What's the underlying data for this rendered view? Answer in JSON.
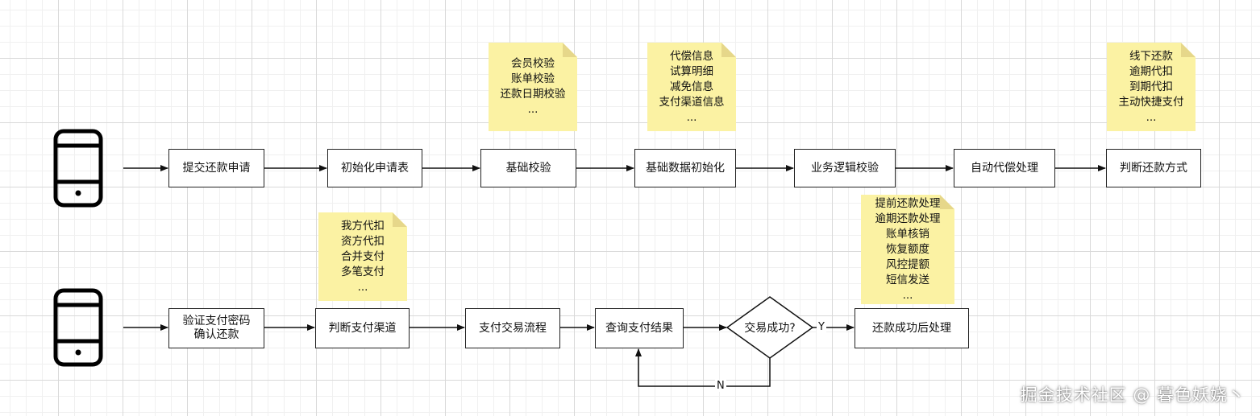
{
  "row1": {
    "steps": [
      {
        "label": "提交还款申请"
      },
      {
        "label": "初始化申请表"
      },
      {
        "label": "基础校验"
      },
      {
        "label": "基础数据初始化"
      },
      {
        "label": "业务逻辑校验"
      },
      {
        "label": "自动代偿处理"
      },
      {
        "label": "判断还款方式"
      }
    ],
    "notes": [
      {
        "lines": [
          "会员校验",
          "账单校验",
          "还款日期校验",
          "..."
        ]
      },
      {
        "lines": [
          "代偿信息",
          "试算明细",
          "减免信息",
          "支付渠道信息",
          "..."
        ]
      },
      {
        "lines": [
          "线下还款",
          "逾期代扣",
          "到期代扣",
          "主动快捷支付",
          "..."
        ]
      }
    ]
  },
  "row2": {
    "steps": [
      {
        "label": [
          "验证支付密码",
          "确认还款"
        ]
      },
      {
        "label": "判断支付渠道"
      },
      {
        "label": "支付交易流程"
      },
      {
        "label": "查询支付结果"
      },
      {
        "label": "交易成功?"
      },
      {
        "label": "还款成功后处理"
      }
    ],
    "edge_labels": {
      "yes": "Y",
      "no": "N"
    },
    "notes": [
      {
        "lines": [
          "我方代扣",
          "资方代扣",
          "合并支付",
          "多笔支付",
          "..."
        ]
      },
      {
        "lines": [
          "提前还款处理",
          "逾期还款处理",
          "账单核销",
          "恢复额度",
          "风控提额",
          "短信发送",
          "..."
        ]
      }
    ]
  },
  "watermark": "掘金技术社区 @ 暮色妖娆丶",
  "colors": {
    "note_bg": "#fbf2a3",
    "stroke": "#222222",
    "grid": "#d9d9d9"
  }
}
